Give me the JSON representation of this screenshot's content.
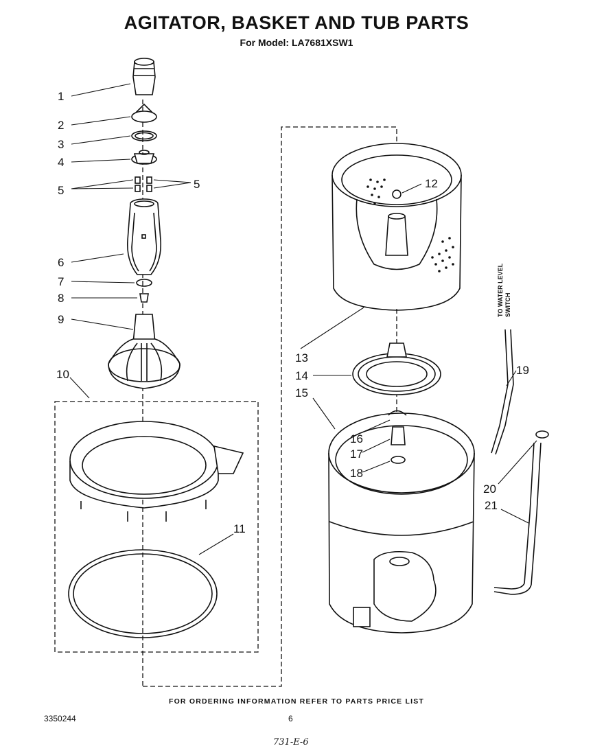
{
  "title": "AGITATOR, BASKET AND TUB PARTS",
  "subtitle": "For Model: LA7681XSW1",
  "footer_note": "FOR ORDERING INFORMATION REFER TO PARTS PRICE LIST",
  "doc_number": "3350244",
  "page_number": "6",
  "handwritten_note": "731-E-6",
  "side_note": {
    "line1": "TO WATER LEVEL",
    "line2": "SWITCH"
  },
  "callouts": {
    "c1": "1",
    "c2": "2",
    "c3": "3",
    "c4": "4",
    "c5a": "5",
    "c5b": "5",
    "c6": "6",
    "c7": "7",
    "c8": "8",
    "c9": "9",
    "c10": "10",
    "c11": "11",
    "c12": "12",
    "c13": "13",
    "c14": "14",
    "c15": "15",
    "c16": "16",
    "c17": "17",
    "c18": "18",
    "c19": "19",
    "c20": "20",
    "c21": "21"
  }
}
